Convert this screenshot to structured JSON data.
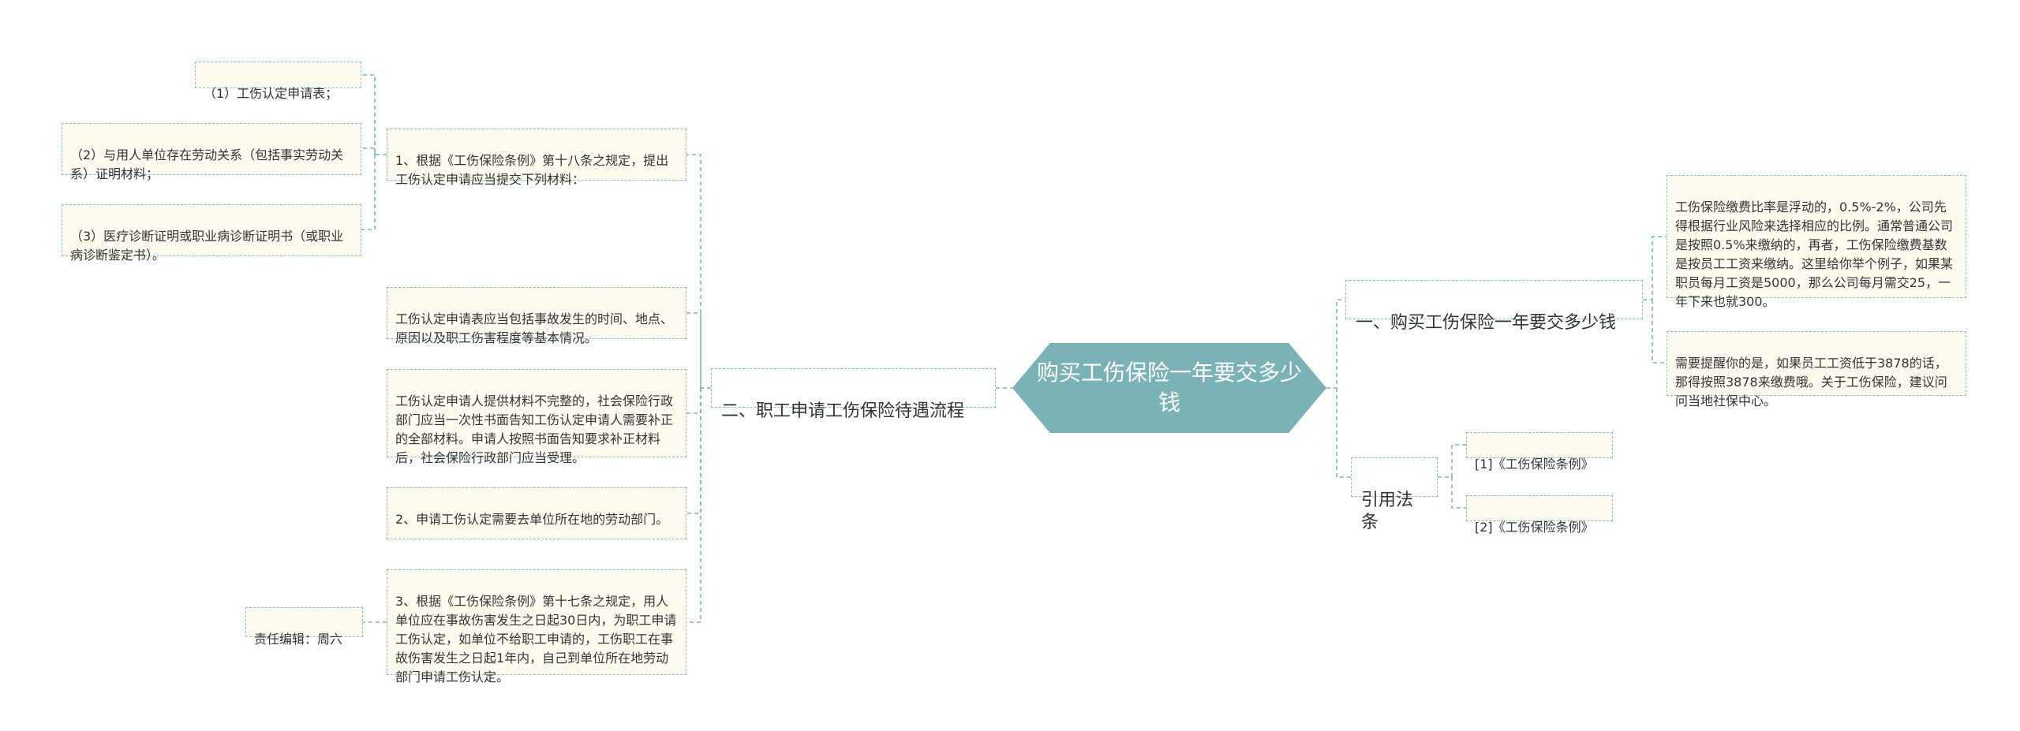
{
  "root": {
    "title": "购买工伤保险一年要交多少钱"
  },
  "right_branches": {
    "cost": {
      "label": "一、购买工伤保险一年要交多少钱",
      "details": [
        "工伤保险缴费比率是浮动的，0.5%-2%，公司先得根据行业风险来选择相应的比例。通常普通公司是按照0.5%来缴纳的，再者，工伤保险缴费基数是按员工工资来缴纳。这里给你举个例子，如果某职员每月工资是5000，那么公司每月需交25，一年下来也就300。",
        "需要提醒你的是，如果员工工资低于3878的话，那得按照3878来缴费哦。关于工伤保险，建议问问当地社保中心。"
      ]
    },
    "law": {
      "label": "引用法条",
      "items": [
        "[1]《工伤保险条例》",
        "[2]《工伤保险条例》"
      ]
    }
  },
  "left_branch": {
    "label": "二、职工申请工伤保险待遇流程",
    "steps": [
      "1、根据《工伤保险条例》第十八条之规定，提出工伤认定申请应当提交下列材料：",
      "工伤认定申请表应当包括事故发生的时间、地点、原因以及职工伤害程度等基本情况。",
      "工伤认定申请人提供材料不完整的，社会保险行政部门应当一次性书面告知工伤认定申请人需要补正的全部材料。申请人按照书面告知要求补正材料后，社会保险行政部门应当受理。",
      "2、申请工伤认定需要去单位所在地的劳动部门。",
      "3、根据《工伤保险条例》第十七条之规定，用人单位应在事故伤害发生之日起30日内，为职工申请工伤认定，如单位不给职工申请的，工伤职工在事故伤害发生之日起1年内，自己到单位所在地劳动部门申请工伤认定。"
    ],
    "materials": [
      "（1）工伤认定申请表；",
      "（2）与用人单位存在劳动关系（包括事实劳动关系）证明材料；",
      "（3）医疗诊断证明或职业病诊断证明书（或职业病诊断鉴定书）。"
    ],
    "editor": "责任编辑：周六"
  },
  "colors": {
    "root_fill": "#7bb2b6",
    "connector": "#7fb2b5",
    "leaf_fill": "#fdfbf0",
    "border": "#8ebfc1"
  }
}
